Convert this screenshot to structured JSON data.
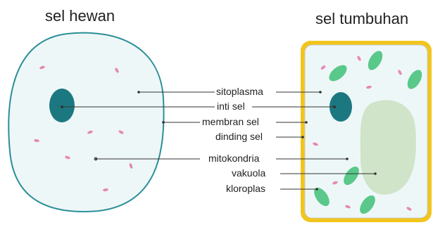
{
  "titles": {
    "animal": "sel hewan",
    "plant": "sel tumbuhan"
  },
  "labels": {
    "sitoplasma": "sitoplasma",
    "inti_sel": "inti sel",
    "membran_sel": "membran sel",
    "dinding_sel": "dinding sel",
    "mitokondria": "mitokondria",
    "vakuola": "vakuola",
    "kloroplas": "kloroplas"
  },
  "colors": {
    "cytoplasm": "#eef7f8",
    "membrane": "#2b8f98",
    "nucleus": "#1c7880",
    "mitochondria": "#e58ab3",
    "cell_wall": "#f2c51c",
    "vacuole": "#cfe4c8",
    "chloroplast": "#59c88a",
    "leader_line": "#333333"
  }
}
